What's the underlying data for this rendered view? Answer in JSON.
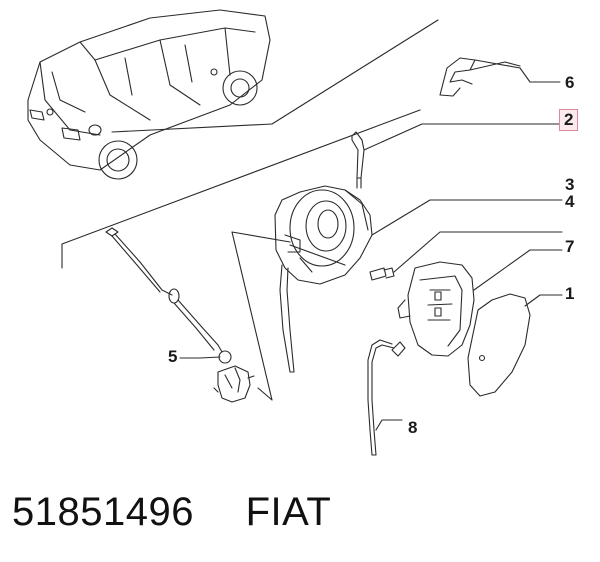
{
  "callouts": {
    "c6": "6",
    "c2": "2",
    "c3": "3",
    "c4": "4",
    "c7": "7",
    "c1": "1",
    "c5": "5",
    "c8": "8"
  },
  "highlighted_callout": "2",
  "footer": {
    "part_number": "51851496",
    "brand": "FIAT"
  },
  "colors": {
    "line": "#2b2b2b",
    "highlight_border": "#d98a9c",
    "highlight_fill": "#fbe9ee"
  }
}
